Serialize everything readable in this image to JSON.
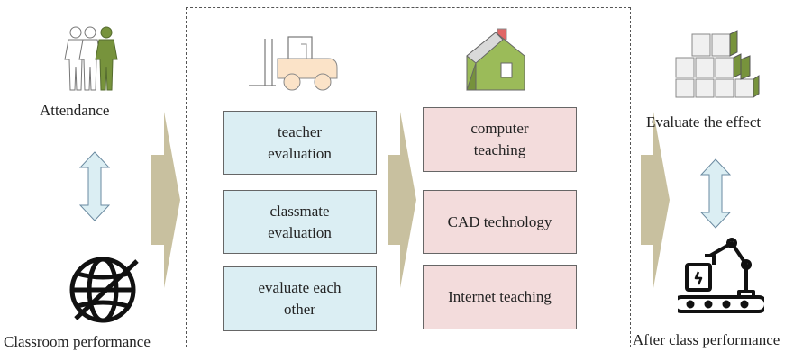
{
  "left": {
    "top_label": "Attendance",
    "bottom_label": "Classroom performance"
  },
  "evaluation_boxes": [
    {
      "line1": "teacher",
      "line2": "evaluation"
    },
    {
      "line1": "classmate",
      "line2": "evaluation"
    },
    {
      "line1": "evaluate each",
      "line2": "other"
    }
  ],
  "teaching_boxes": [
    {
      "line1": "computer",
      "line2": "teaching"
    },
    {
      "line1": "CAD technology",
      "line2": ""
    },
    {
      "line1": "Internet teaching",
      "line2": ""
    }
  ],
  "right": {
    "top_label": "Evaluate the effect",
    "bottom_label": "After class performance"
  },
  "colors": {
    "eval_box_fill": "#dbeef3",
    "teach_box_fill": "#f3dcdc",
    "arrow_fill": "#c8c09f",
    "double_arrow_fill": "#dbeef3",
    "house_wall": "#9bbb59"
  },
  "icons": [
    "people-icon",
    "globe-icon",
    "forklift-icon",
    "house-icon",
    "blocks-icon",
    "robot-arm-icon"
  ]
}
